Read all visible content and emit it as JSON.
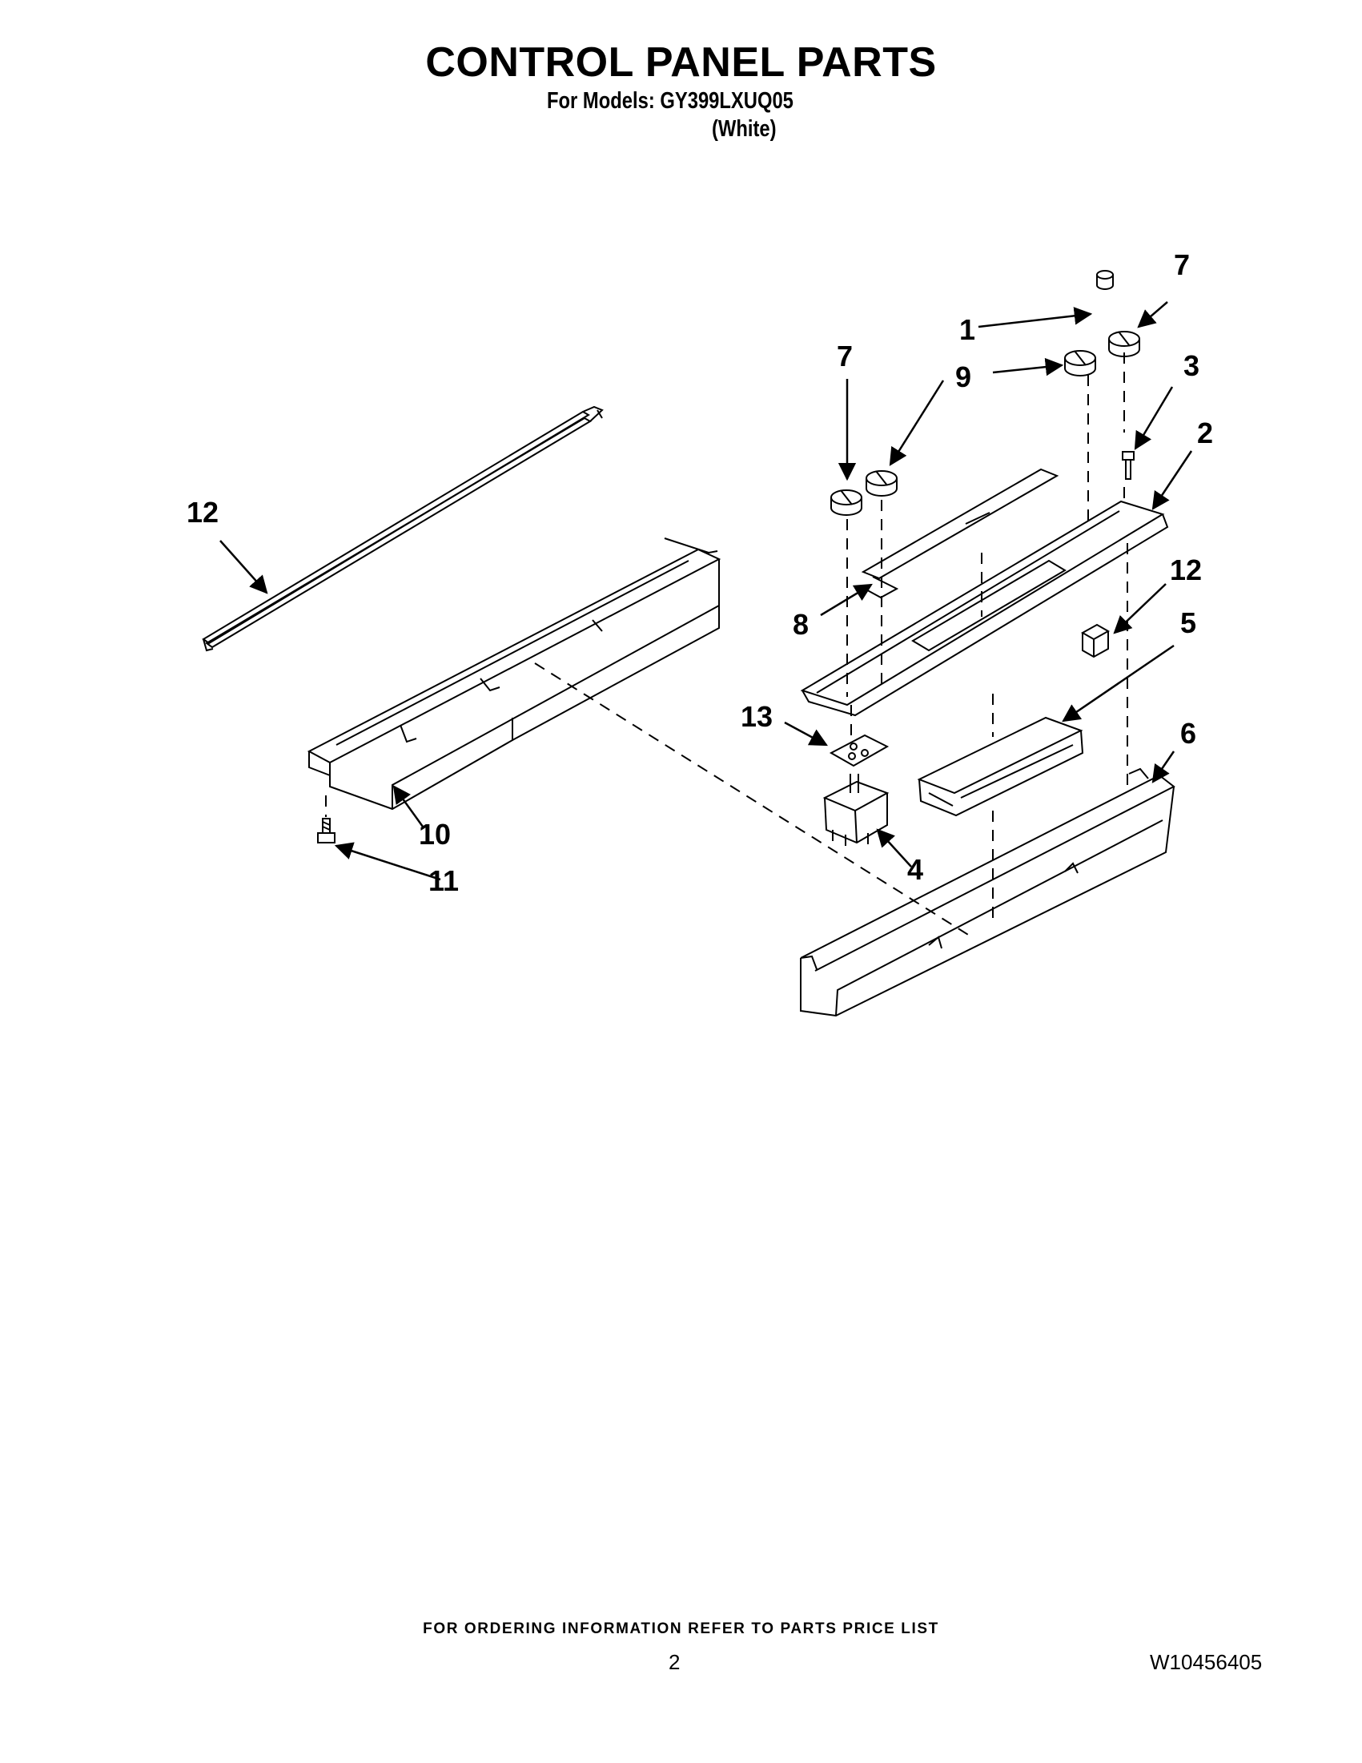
{
  "header": {
    "title": "CONTROL PANEL PARTS",
    "models_line": "For Models: GY399LXUQ05",
    "variant": "(White)"
  },
  "callouts": [
    {
      "id": "c1",
      "label": "1"
    },
    {
      "id": "c7a",
      "label": "7"
    },
    {
      "id": "c7b",
      "label": "7"
    },
    {
      "id": "c9",
      "label": "9"
    },
    {
      "id": "c3",
      "label": "3"
    },
    {
      "id": "c2",
      "label": "2"
    },
    {
      "id": "c12a",
      "label": "12"
    },
    {
      "id": "c12b",
      "label": "12"
    },
    {
      "id": "c8",
      "label": "8"
    },
    {
      "id": "c5",
      "label": "5"
    },
    {
      "id": "c13",
      "label": "13"
    },
    {
      "id": "c6",
      "label": "6"
    },
    {
      "id": "c10",
      "label": "10"
    },
    {
      "id": "c4",
      "label": "4"
    },
    {
      "id": "c11",
      "label": "11"
    }
  ],
  "footer": {
    "note": "FOR ORDERING INFORMATION REFER TO PARTS PRICE LIST",
    "page_number": "2",
    "doc_number": "W10456405"
  }
}
